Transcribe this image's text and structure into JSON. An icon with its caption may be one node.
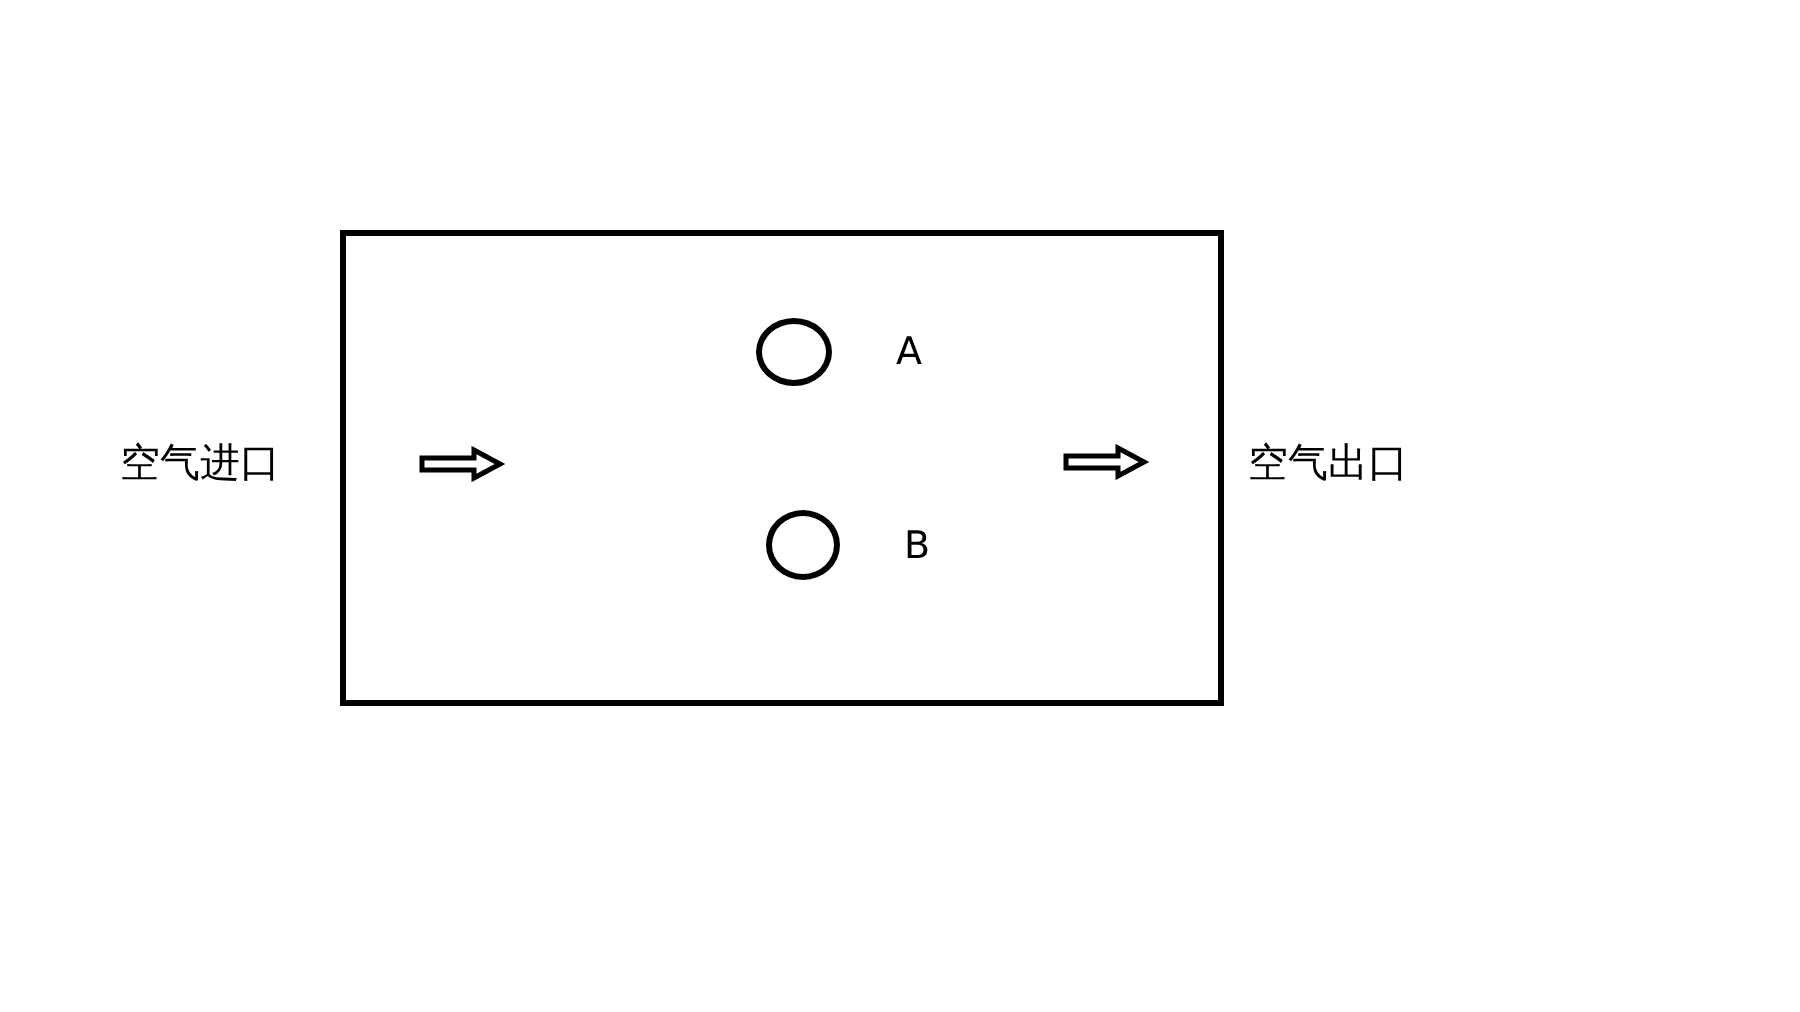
{
  "diagram": {
    "nodes": [
      {
        "text": [],
        "shape": "box"
      },
      {
        "text": [],
        "shape": "circle",
        "in": 0,
        "beside": [
          "A"
        ]
      },
      {
        "text": [],
        "shape": "circle",
        "in": 0,
        "beside": [
          "B"
        ]
      }
    ],
    "labels": [
      "空气进口",
      "空气出口"
    ]
  }
}
